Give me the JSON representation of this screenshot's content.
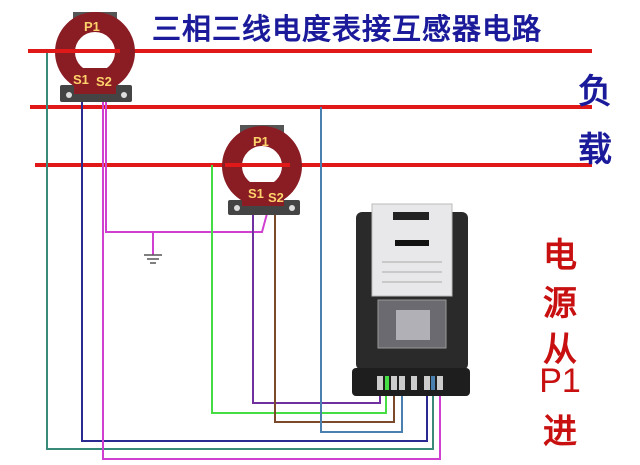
{
  "title": "三相三线电度表接互感器电路",
  "load_label": [
    "负",
    "载"
  ],
  "source_label": [
    "电",
    "源",
    "从",
    "P1",
    "进"
  ],
  "ct1": {
    "p1": "P1",
    "s1": "S1",
    "s2": "S2"
  },
  "ct2": {
    "p1": "P1",
    "s1": "S1",
    "s2": "S2"
  },
  "colors": {
    "phase_line": "#e01818",
    "title": "#1a1a9a",
    "source_text": "#c81010",
    "ct_body": "#8a1c24"
  }
}
